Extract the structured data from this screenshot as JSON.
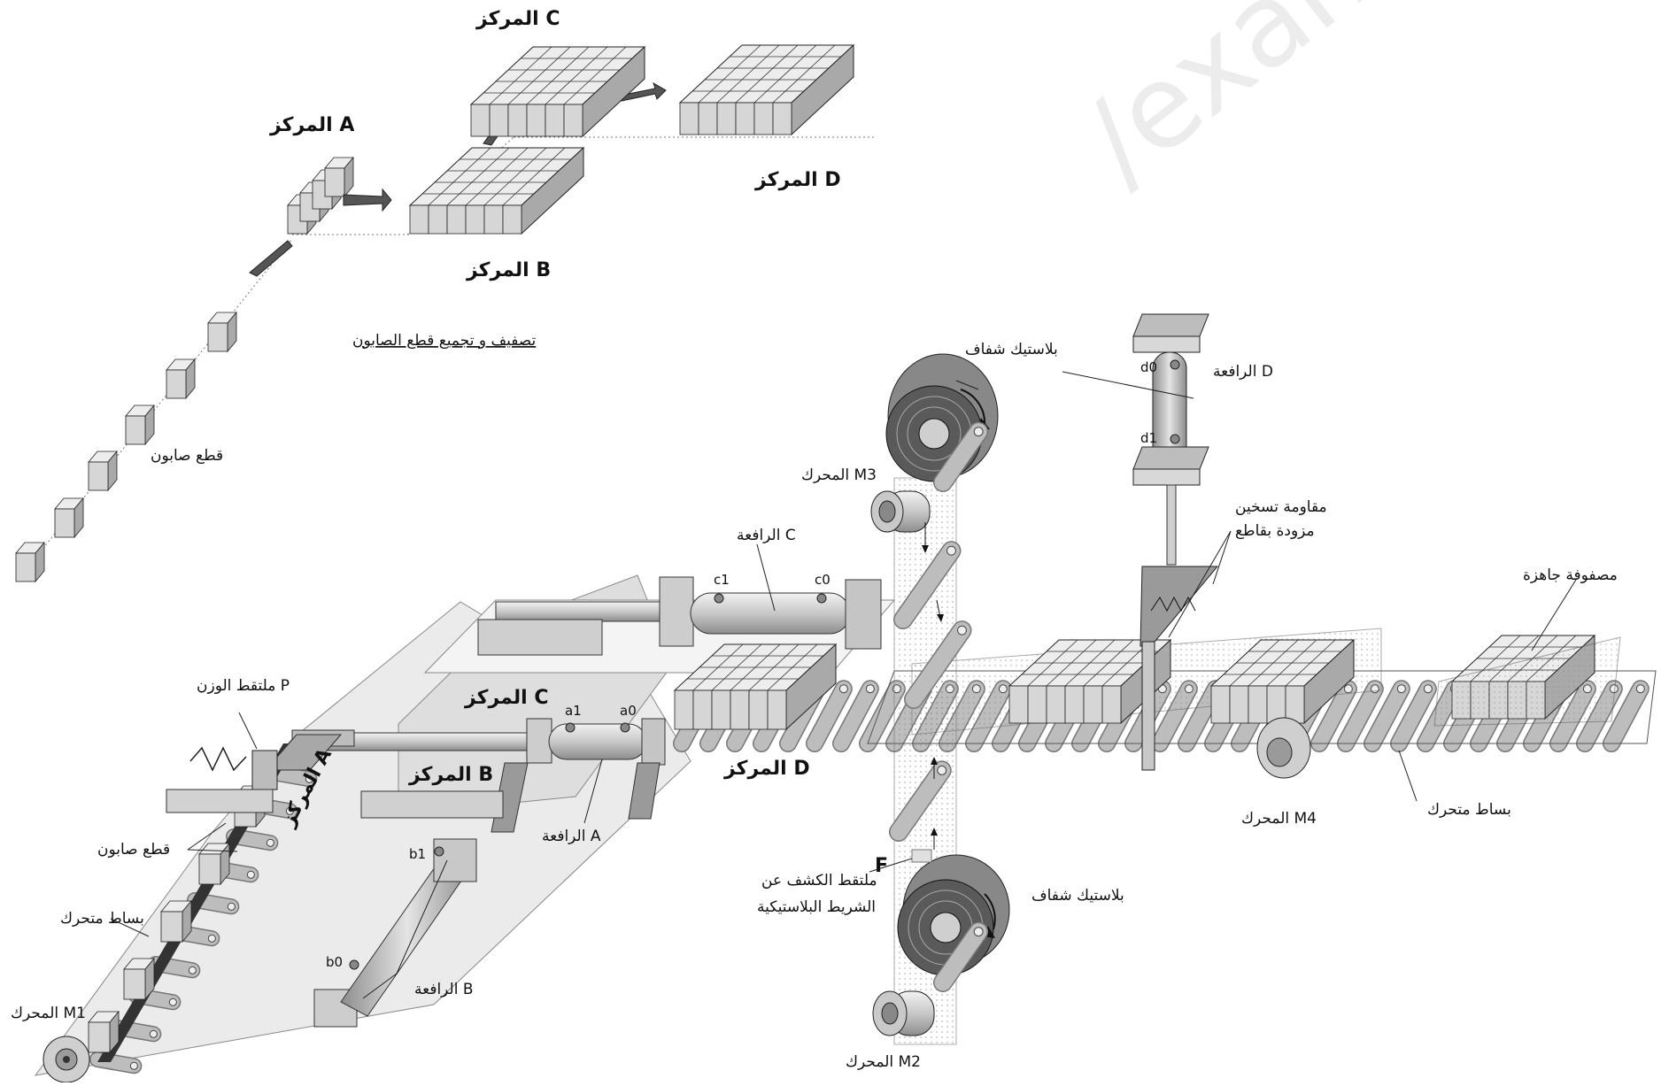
{
  "watermark": "/exam",
  "top_diagram": {
    "center_c": "المركز C",
    "center_a": "المركز A",
    "center_b": "المركز B",
    "center_d": "المركز D",
    "caption": "تصفيف و تجميع قطع الصابون",
    "soap_pieces": "قطع صابون"
  },
  "plant": {
    "transparent_plastic_top": "بلاستيك شفاف",
    "transparent_plastic_bottom": "بلاستيك شفاف",
    "lever_d": "الرافعة D",
    "d0": "d0",
    "d1": "d1",
    "motor_m3": "المحرك M3",
    "lever_c": "الرافعة C",
    "c1": "c1",
    "c0": "c0",
    "heater_line1": "مقاومة تسخين",
    "heater_line2": "مزودة بقاطع",
    "ready_matrix": "مصفوفة جاهزة",
    "weight_sensor": "ملتقط الوزن P",
    "center_c": "المركز C",
    "a1": "a1",
    "a0": "a0",
    "center_b": "المركز B",
    "center_d": "المركز D",
    "center_a": "المركز A",
    "lever_a": "الرافعة A",
    "soap_pieces": "قطع صابون",
    "b1": "b1",
    "b0": "b0",
    "lever_b": "الرافعة B",
    "conveyor_left": "بساط متحرك",
    "motor_m1": "المحرك M1",
    "sensor_f_letter": "F",
    "sensor_f_line1": "ملتقط الكشف عن",
    "sensor_f_line2": "الشريط البلاستيكية",
    "motor_m2": "المحرك M2",
    "motor_m4": "المحرك M4",
    "conveyor_right": "بساط متحرك"
  },
  "colors": {
    "box_fill": "#d6d6d6",
    "box_top": "#ededed",
    "box_side": "#a9a9a9",
    "frame": "#c4c4c4",
    "dark": "#555555",
    "roller": "#bdbdbd"
  }
}
